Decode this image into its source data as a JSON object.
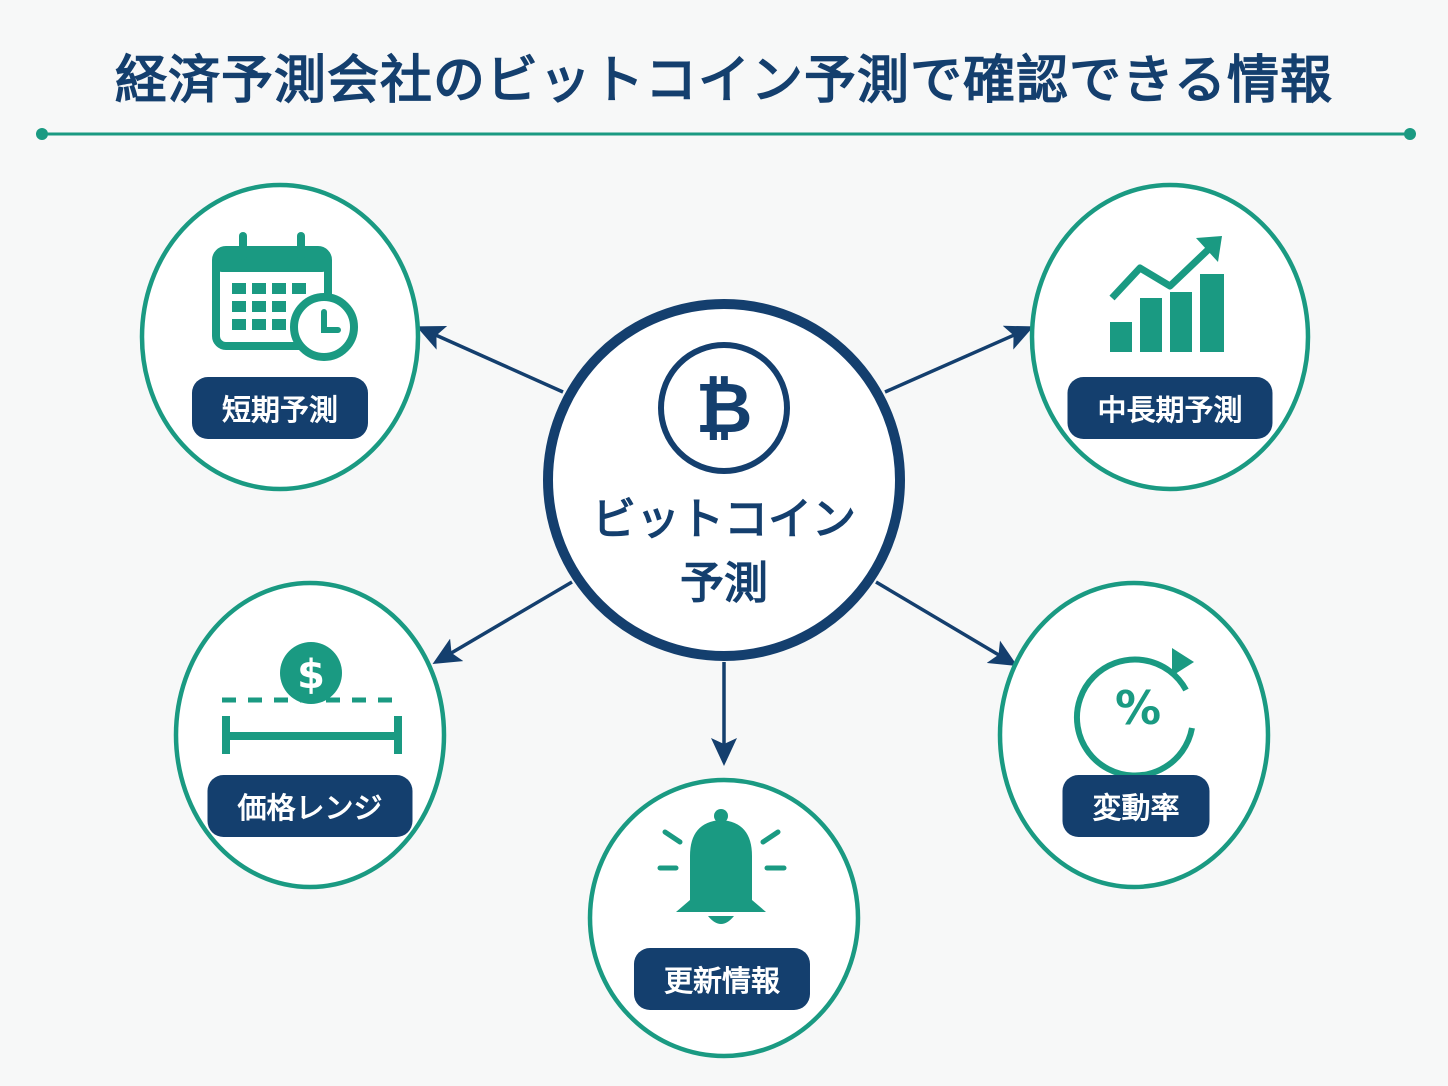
{
  "title": "経済予測会社のビットコイン予測で確認できる情報",
  "center": {
    "line1": "ビットコイン",
    "line2": "予測",
    "icon": "bitcoin-icon"
  },
  "nodes": [
    {
      "label": "短期予測",
      "icon": "calendar-clock-icon"
    },
    {
      "label": "中長期予測",
      "icon": "growth-chart-icon"
    },
    {
      "label": "価格レンジ",
      "icon": "dollar-range-icon"
    },
    {
      "label": "変動率",
      "icon": "percent-cycle-icon"
    },
    {
      "label": "更新情報",
      "icon": "bell-icon"
    }
  ],
  "colors": {
    "navy": "#143f6e",
    "teal": "#1a9a82"
  }
}
